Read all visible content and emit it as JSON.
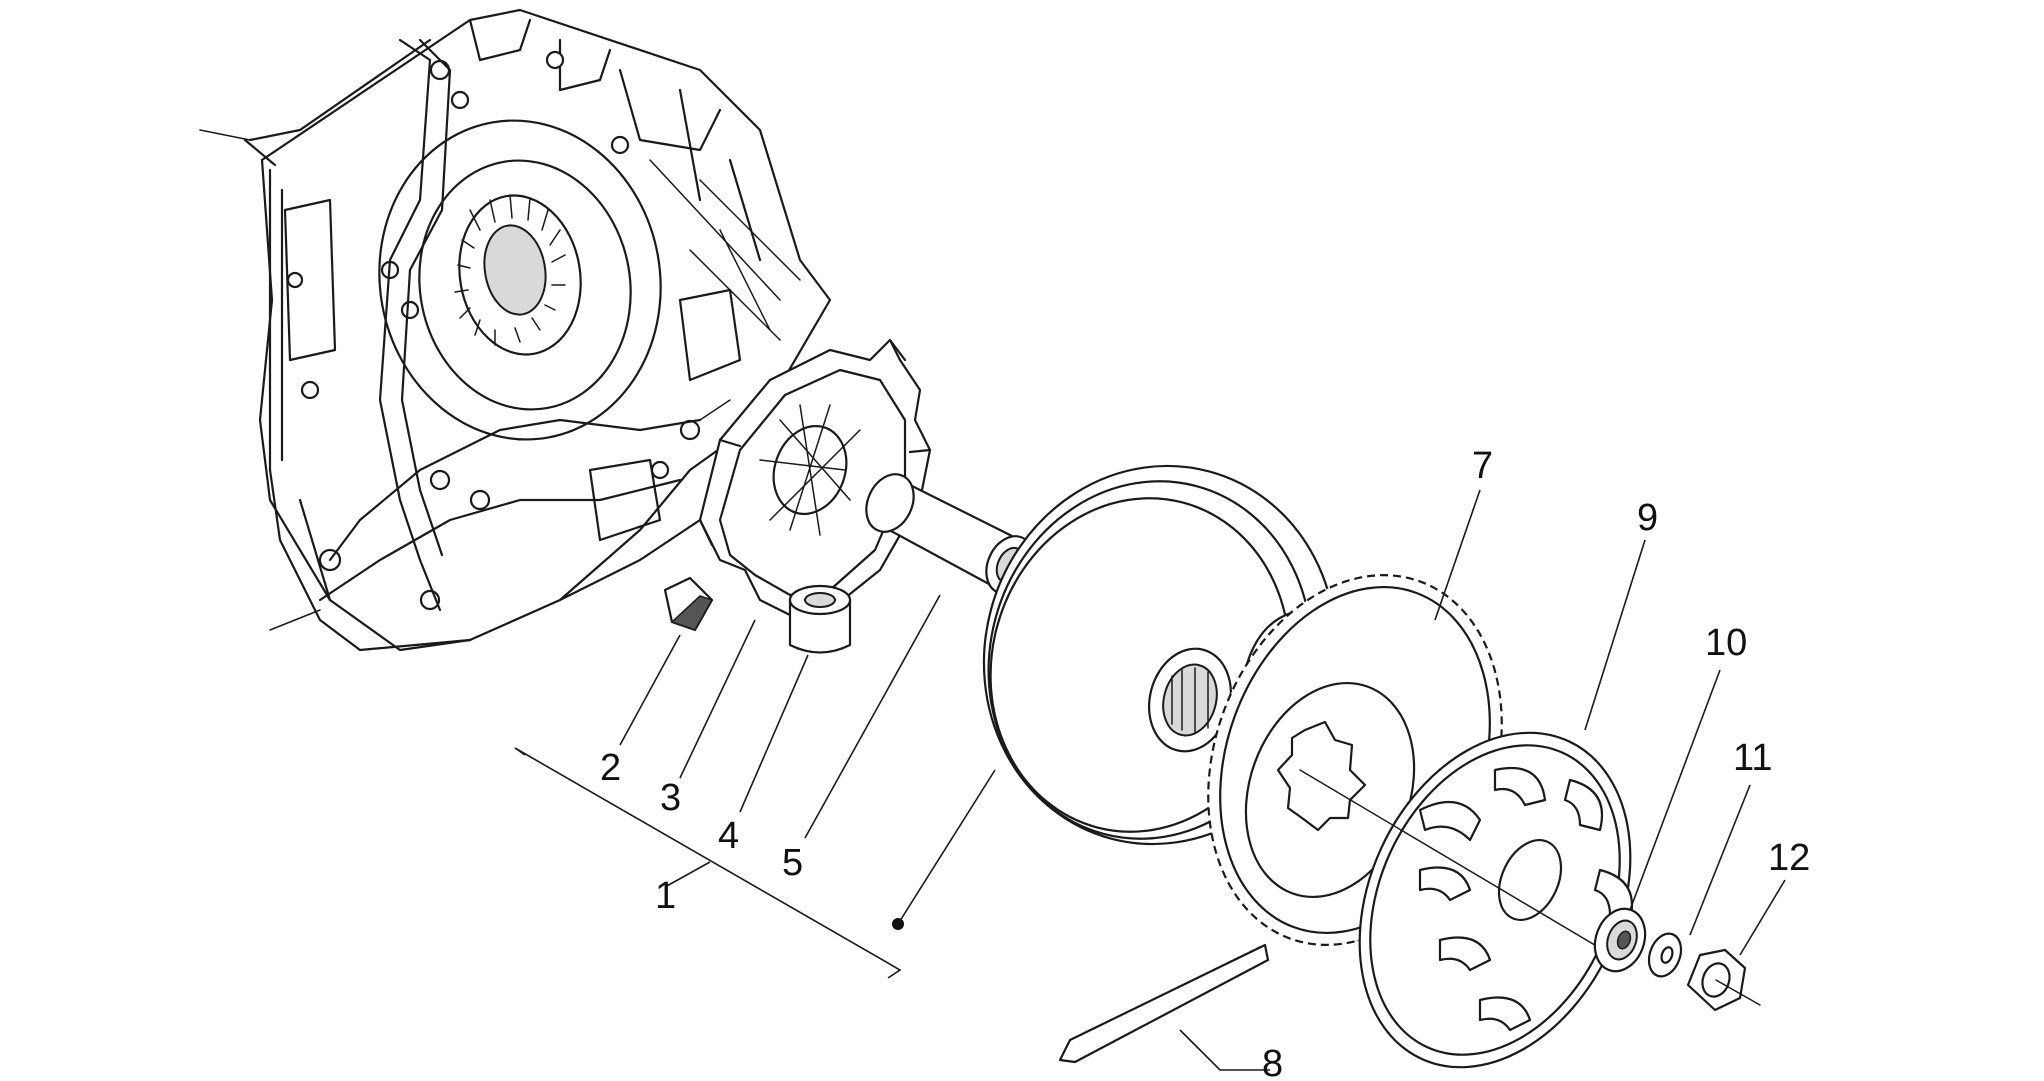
{
  "labels": {
    "p1": "1",
    "p2": "2",
    "p3": "3",
    "p4": "4",
    "p5": "5",
    "p7": "7",
    "p8": "8",
    "p9": "9",
    "p10": "10",
    "p11": "11",
    "p12": "12"
  },
  "colors": {
    "line": "#1a1a1a",
    "background": "#ffffff"
  }
}
